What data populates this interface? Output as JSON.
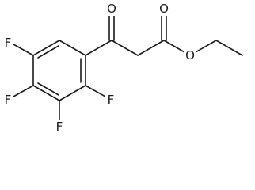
{
  "molecule": {
    "atoms": {
      "ketone_oxygen": "O",
      "carbonyl_oxygen": "O",
      "ester_oxygen": "O",
      "fluorine_c5": "F",
      "fluorine_c4": "F",
      "fluorine_c3": "F",
      "fluorine_c2": "F"
    }
  }
}
